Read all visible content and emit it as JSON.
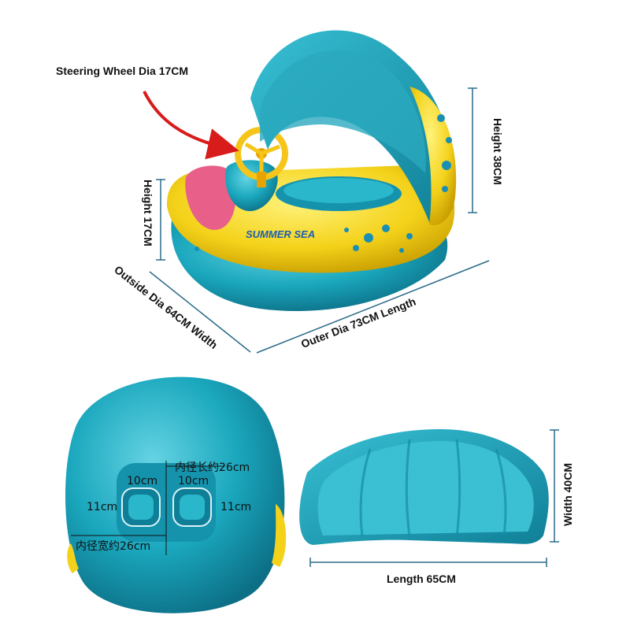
{
  "labels": {
    "steering_wheel": "Steering Wheel Dia 17CM",
    "height_38": "Height 38CM",
    "height_17": "Height 17CM",
    "outside_dia": "Outside Dia 64CM Width",
    "outer_dia": "Outer Dia 73CM Length",
    "width_40": "Width 40CM",
    "length_65": "Length 65CM",
    "brand_text": "SUMMER SEA"
  },
  "seat_labels": {
    "inner_length": "内径长约26cm",
    "inner_width": "内径宽约26cm",
    "left_top": "10cm",
    "right_top": "10cm",
    "left_side": "11cm",
    "right_side": "11cm"
  },
  "colors": {
    "teal": "#1aa7bd",
    "teal_dark": "#0f7f97",
    "yellow": "#f4d21a",
    "yellow_dark": "#d9b100",
    "pink": "#e8608a",
    "arrow_red": "#d81b1b"
  }
}
